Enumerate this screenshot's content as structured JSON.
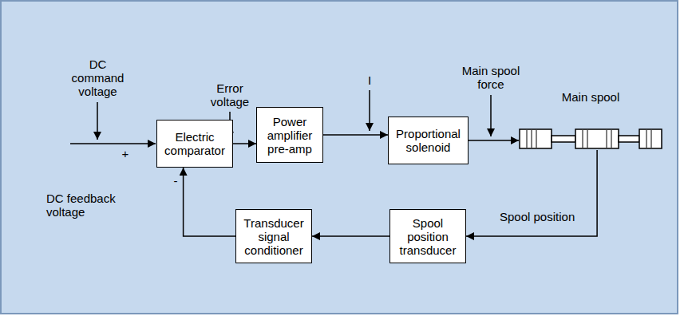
{
  "diagram": {
    "nodes": [
      {
        "text": [
          "Electric comparator"
        ]
      },
      {
        "text": [
          "Power amplifier pre-amp"
        ]
      },
      {
        "text": [
          "Proportional solenoid"
        ]
      },
      {
        "text": [
          "Main spool"
        ]
      },
      {
        "text": [
          "Spool position transducer"
        ]
      },
      {
        "text": [
          "Transducer signal conditioner"
        ]
      }
    ],
    "edges": [
      {
        "from": 0,
        "to": 1,
        "arrow": "to",
        "label": "Error voltage"
      },
      {
        "from": 1,
        "to": 2,
        "arrow": "to",
        "label": "I"
      },
      {
        "from": 2,
        "to": 3,
        "arrow": "to",
        "label": "Main spool force"
      },
      {
        "from": 3,
        "to": 4,
        "arrow": "to",
        "label": "Spool position"
      },
      {
        "from": 4,
        "to": 5,
        "arrow": "to"
      },
      {
        "from": 5,
        "to": 0,
        "arrow": "to",
        "label": "DC feedback voltage"
      }
    ],
    "labels": [
      "DC command voltage",
      "+",
      "-"
    ]
  }
}
